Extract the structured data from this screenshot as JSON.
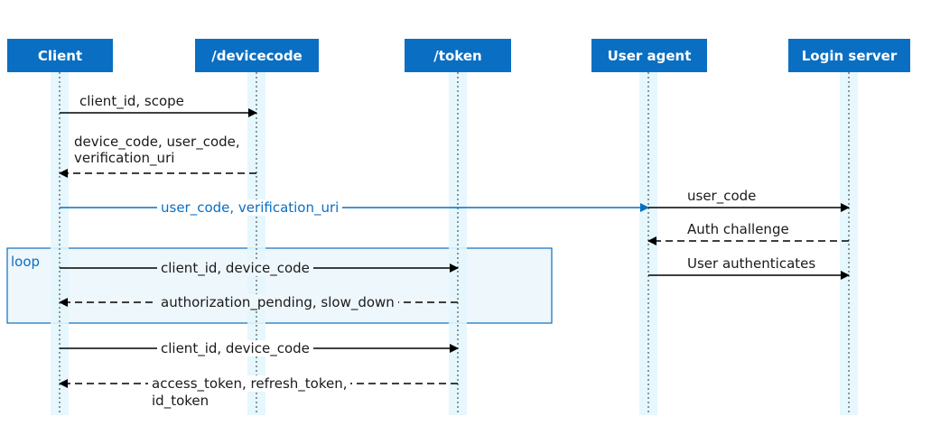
{
  "actors": {
    "client": "Client",
    "devicecode": "/devicecode",
    "token": "/token",
    "user_agent": "User agent",
    "login_server": "Login server"
  },
  "loop_label": "loop",
  "messages": {
    "m1": "client_id, scope",
    "m2_line1": "device_code, user_code,",
    "m2_line2": "verification_uri",
    "m3": "user_code, verification_uri",
    "m4": "user_code",
    "m5": "Auth challenge",
    "m6": "User authenticates",
    "m7": "client_id, device_code",
    "m8": "authorization_pending, slow_down",
    "m9": "client_id, device_code",
    "m10_line1": "access_token, refresh_token,",
    "m10_line2": "id_token"
  },
  "colors": {
    "actor_fill": "#0a6fc2",
    "lifeline_band": "#e3f6fd",
    "loop_fill": "#eef7fc",
    "loop_border": "#0a6fc2",
    "highlight_message": "#0a6fc2"
  }
}
